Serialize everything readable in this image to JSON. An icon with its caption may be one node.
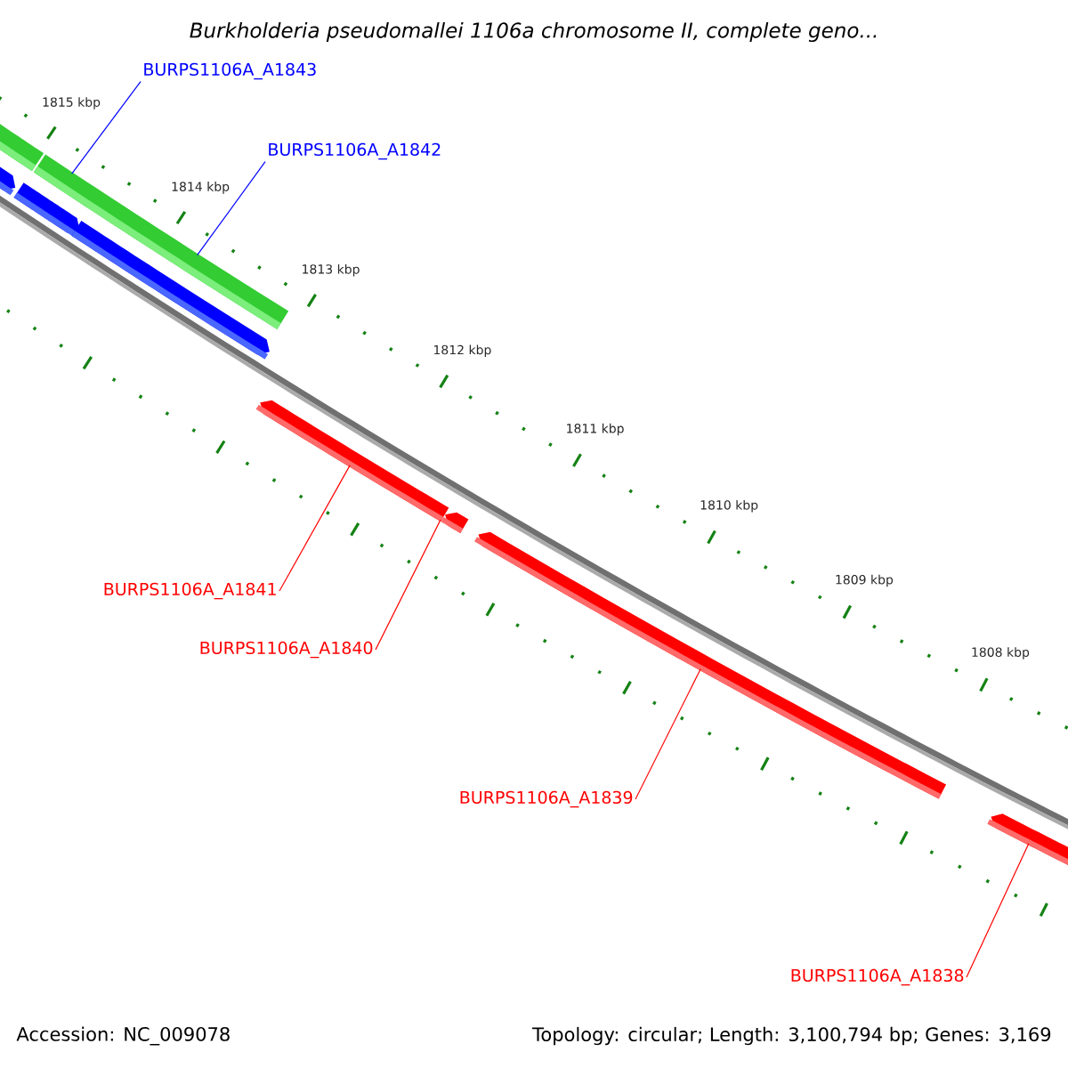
{
  "diagram": {
    "title": "Burkholderia pseudomallei 1106a chromosome II, complete geno...",
    "nodes": [
      {
        "text": [
          "BURPS1106A_A1843"
        ]
      },
      {
        "text": [
          "BURPS1106A_A1842"
        ]
      },
      {
        "text": [
          "BURPS1106A_A1841"
        ]
      },
      {
        "text": [
          "BURPS1106A_A1840"
        ]
      },
      {
        "text": [
          "BURPS1106A_A1839"
        ]
      },
      {
        "text": [
          "BURPS1106A_A1838"
        ]
      },
      {
        "text": [],
        "shape": "bar"
      },
      {
        "text": [],
        "shape": "bar"
      },
      {
        "text": [],
        "shape": "bar"
      },
      {
        "text": [],
        "shape": "bar"
      },
      {
        "text": [],
        "shape": "bar"
      },
      {
        "text": [],
        "shape": "bar"
      },
      {
        "text": [],
        "shape": "bar"
      },
      {
        "text": [],
        "shape": "bar"
      },
      {
        "text": [],
        "shape": "bar"
      }
    ],
    "edges": [
      {
        "from": 0,
        "to": 7,
        "arrow": "none",
        "color": "#0000ff"
      },
      {
        "from": 1,
        "to": 7,
        "arrow": "none",
        "color": "#0000ff"
      },
      {
        "from": 2,
        "to": 11,
        "arrow": "none"
      },
      {
        "from": 3,
        "to": 12,
        "arrow": "none"
      },
      {
        "from": 4,
        "to": 13,
        "arrow": "none"
      },
      {
        "from": 5,
        "to": 14,
        "arrow": "none"
      }
    ],
    "labels": [
      "1815 kbp",
      "1814 kbp",
      "1813 kbp",
      "1812 kbp",
      "1811 kbp",
      "1810 kbp",
      "1809 kbp",
      "1808 kbp",
      "Accession: NC_009078",
      "Topology: circular; Length: 3,100,794 bp; Genes: 3,169"
    ]
  }
}
